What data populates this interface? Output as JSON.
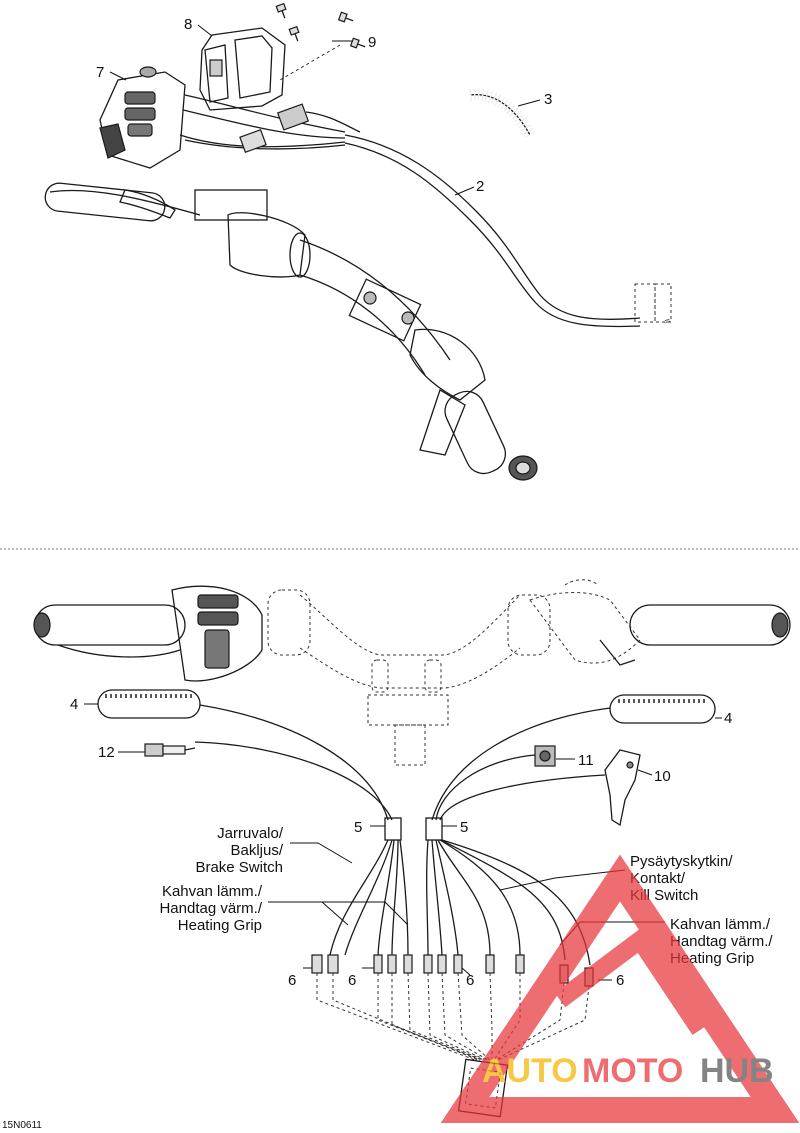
{
  "parts": {
    "p2": "2",
    "p3": "3",
    "p4": "4",
    "p5": "5",
    "p6": "6",
    "p7": "7",
    "p8": "8",
    "p9": "9",
    "p10": "10",
    "p11": "11",
    "p12": "12"
  },
  "labels": {
    "brake": [
      "Jarruvalo/",
      "Bakljus/",
      "Brake Switch"
    ],
    "heating_left": [
      "Kahvan lämm./",
      "Handtag värm./",
      "Heating Grip"
    ],
    "kill": [
      "Pysäytyskytkin/",
      "Kontakt/",
      "Kill Switch"
    ],
    "heating_right": [
      "Kahvan lämm./",
      "Handtag värm./",
      "Heating Grip"
    ]
  },
  "diagram_code": "15N0611",
  "watermark": {
    "auto": "AUTO",
    "moto": "MOTO",
    "hub": "HUB"
  },
  "colors": {
    "ink": "#1a1a1a",
    "watermark_red": "#e8353a",
    "watermark_yellow": "#f5b400",
    "watermark_gray": "#555555"
  }
}
